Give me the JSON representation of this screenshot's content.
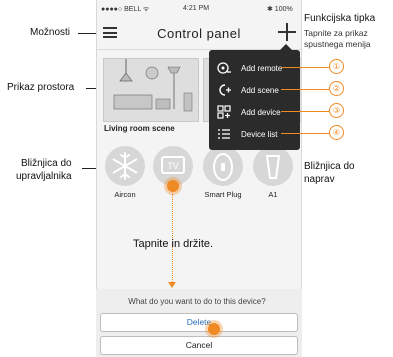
{
  "status_bar": {
    "carrier": "●●●●○ BELL ᯤ",
    "time": "4:21 PM",
    "battery": "✱ 100%"
  },
  "nav": {
    "title": "Control panel"
  },
  "scenes": [
    {
      "label": "Living room scene"
    }
  ],
  "dropdown_menu": {
    "items": [
      {
        "label": "Add remote",
        "icon": "remote-add-icon",
        "number": "①"
      },
      {
        "label": "Add scene",
        "icon": "scene-add-icon",
        "number": "②"
      },
      {
        "label": "Add device",
        "icon": "device-add-icon",
        "number": "③"
      },
      {
        "label": "Device list",
        "icon": "list-icon",
        "number": "④"
      }
    ]
  },
  "shortcuts": [
    {
      "label": "Aircon",
      "icon": "snowflake-icon"
    },
    {
      "label": "",
      "icon": "tv-icon"
    },
    {
      "label": "Smart Plug",
      "icon": "plug-icon"
    },
    {
      "label": "A1",
      "icon": "sensor-icon"
    }
  ],
  "tv_icon_text": "TV",
  "action_sheet": {
    "title": "What do you want to do to this device?",
    "delete_label": "Delete",
    "cancel_label": "Cancel"
  },
  "callouts": {
    "options": "Možnosti",
    "room_view": "Prikaz prostora",
    "remote_shortcut_line1": "Bližnjica do",
    "remote_shortcut_line2": "upravljalnika",
    "function_key": "Funkcijska tipka",
    "function_key_desc_line1": "Tapnite za prikaz",
    "function_key_desc_line2": "spustnega menija",
    "device_shortcut_line1": "Bližnjica do",
    "device_shortcut_line2": "naprav",
    "tap_hold": "Tapnite in držite."
  },
  "colors": {
    "accent": "#f08a24",
    "menu_bg": "#2b2b2b"
  }
}
